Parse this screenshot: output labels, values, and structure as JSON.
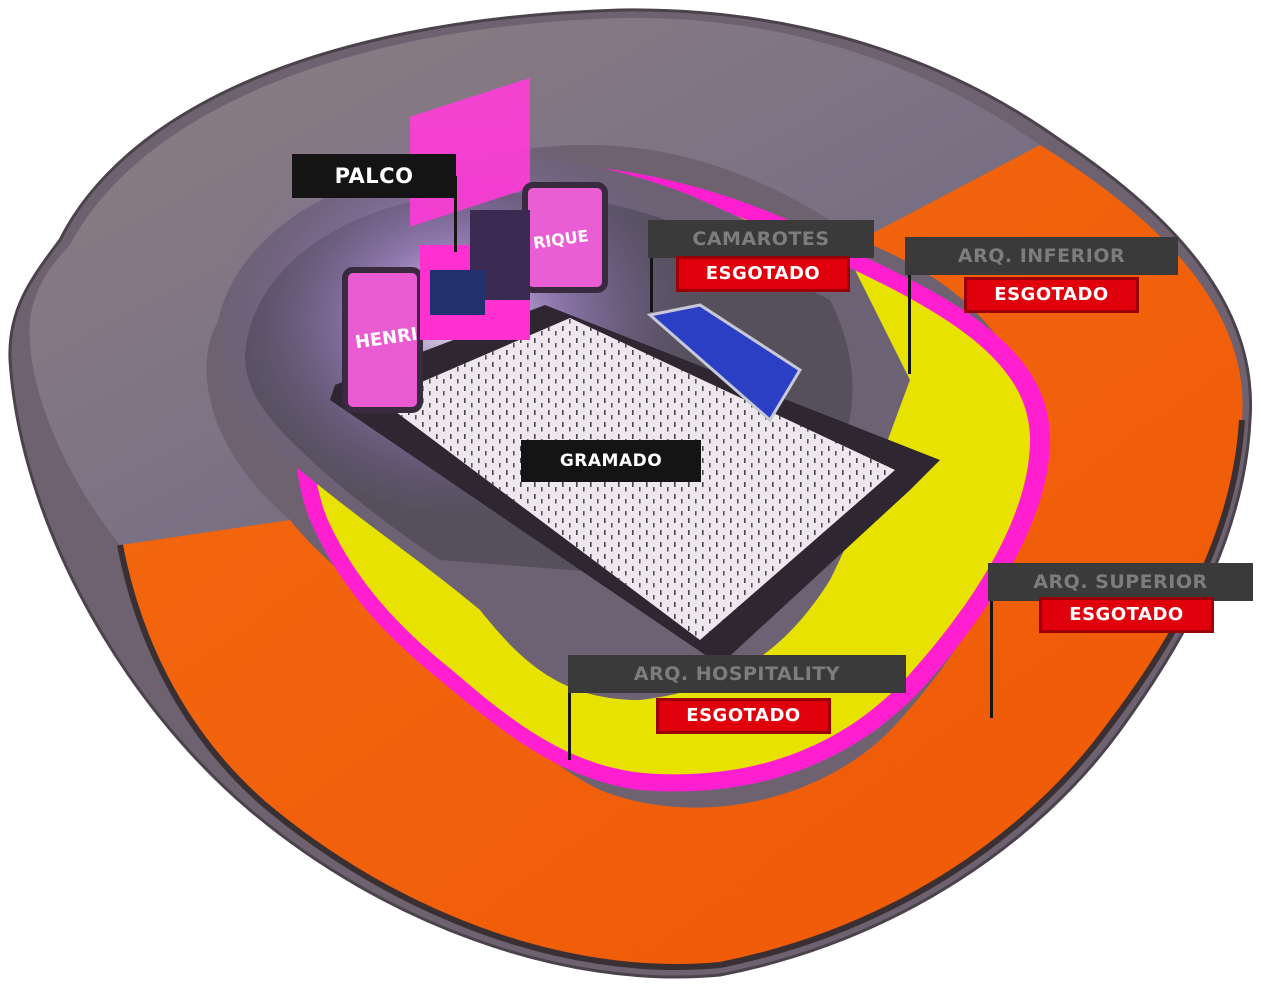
{
  "sections": {
    "palco": {
      "name": "PALCO"
    },
    "gramado": {
      "name": "GRAMADO"
    },
    "camarotes": {
      "name": "CAMAROTES",
      "status": "ESGOTADO"
    },
    "arq_inferior": {
      "name": "ARQ. INFERIOR",
      "status": "ESGOTADO"
    },
    "arq_superior": {
      "name": "ARQ. SUPERIOR",
      "status": "ESGOTADO"
    },
    "arq_hospitality": {
      "name": "ARQ. HOSPITALITY",
      "status": "ESGOTADO"
    }
  },
  "screens": {
    "left": "HENRIQUE JULIANO",
    "right": "HENRIQUE JULIANO"
  },
  "colors": {
    "upper_ring": "#f0640a",
    "lower_ring": "#e6e000",
    "pink_trim": "#ff1fd0",
    "field": "#efe9ef",
    "camarote": "#2b3fc4",
    "sold_out": "#e0000b"
  }
}
